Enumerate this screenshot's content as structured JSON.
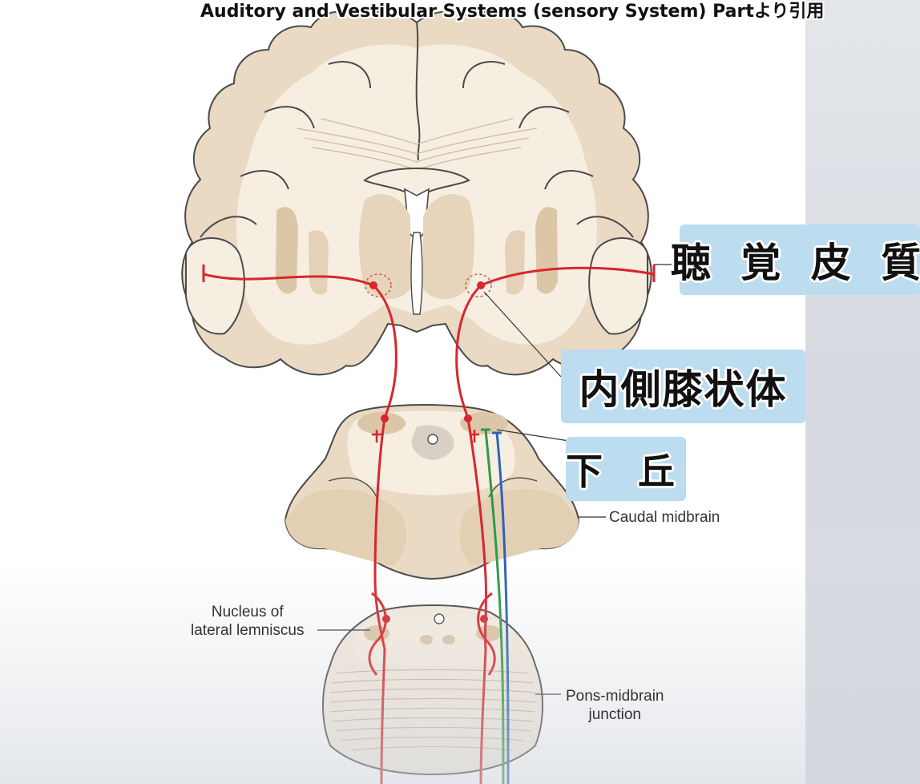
{
  "caption": "Auditory and Vestibular Systems (sensory System) Partより引用",
  "labels": {
    "auditory_cortex": "聴 覚 皮 質",
    "medial_geniculate_body": "内側膝状体",
    "inferior_colliculus": "下 丘",
    "caudal_midbrain": "Caudal midbrain",
    "nucleus_lateral_lemniscus_line1": "Nucleus of",
    "nucleus_lateral_lemniscus_line2": "lateral lemniscus",
    "pons_midbrain_line1": "Pons-midbrain",
    "pons_midbrain_line2": "junction"
  },
  "colors": {
    "tissue_light": "#f6ede0",
    "tissue_tan": "#ead9c3",
    "tissue_dark": "#dcc6a8",
    "outline": "#4a4a4a",
    "pathway_red": "#d8262c",
    "pathway_green": "#2e9a45",
    "pathway_blue": "#2c63b8",
    "label_bg": "#bcdcf0"
  }
}
